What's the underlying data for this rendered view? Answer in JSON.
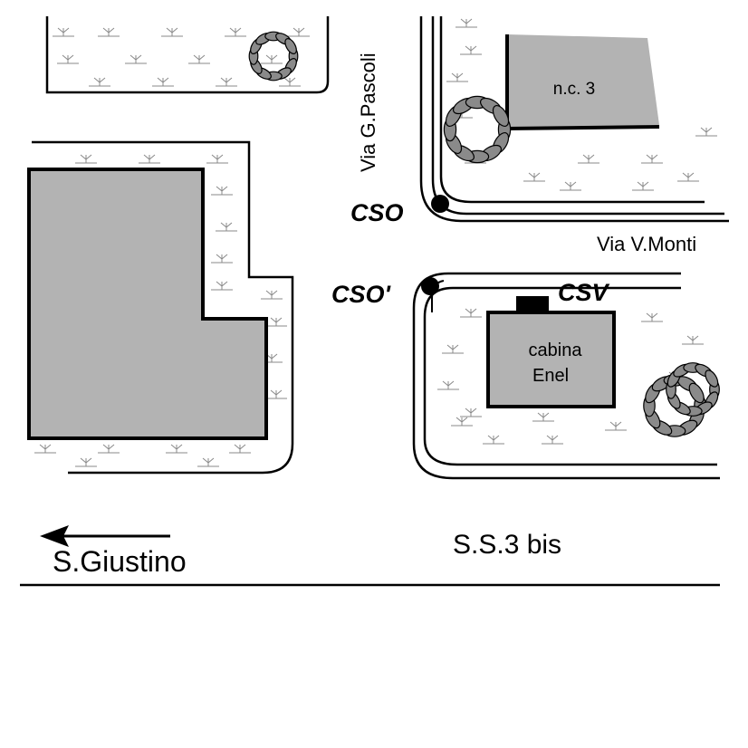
{
  "labels": {
    "street_vertical": "Via G.Pascoli",
    "street_horizontal": "Via V.Monti",
    "point_cso": "CSO",
    "point_cso_prime": "CSO'",
    "point_csv": "CSV",
    "building_nc3": "n.c. 3",
    "cabin_line1": "cabina",
    "cabin_line2": "Enel",
    "highway": "S.S.3 bis",
    "direction": "S.Giustino"
  },
  "colors": {
    "building_fill": "#b3b3b3",
    "line": "#000000",
    "tree_fill": "#8a8a8a",
    "grass": "#888888"
  },
  "icons": {
    "tree": "tree-icon",
    "grass": "grass-tuft-icon",
    "arrow": "arrow-left-icon",
    "point": "junction-point-icon"
  }
}
